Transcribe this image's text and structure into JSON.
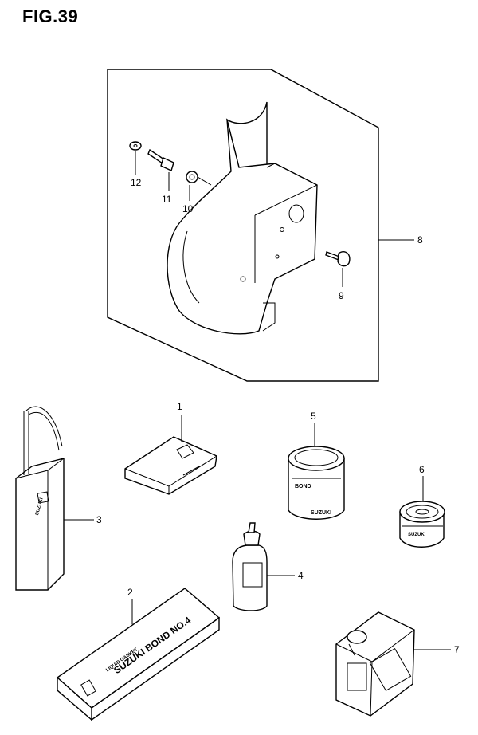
{
  "figure": {
    "title": "FIG.39"
  },
  "callouts": {
    "c1": "1",
    "c2": "2",
    "c3": "3",
    "c4": "4",
    "c5": "5",
    "c6": "6",
    "c7": "7",
    "c8": "8",
    "c9": "9",
    "c10": "10",
    "c11": "11",
    "c12": "12"
  },
  "product_labels": {
    "bond_name": "SUZUKI BOND NO.4",
    "bond_sub": "LIQUID GASKET",
    "can_text": "BOND",
    "can_brand": "SUZUKI",
    "tin_text": "SUZUKI",
    "jerrycan_text": "SUZUKI"
  }
}
